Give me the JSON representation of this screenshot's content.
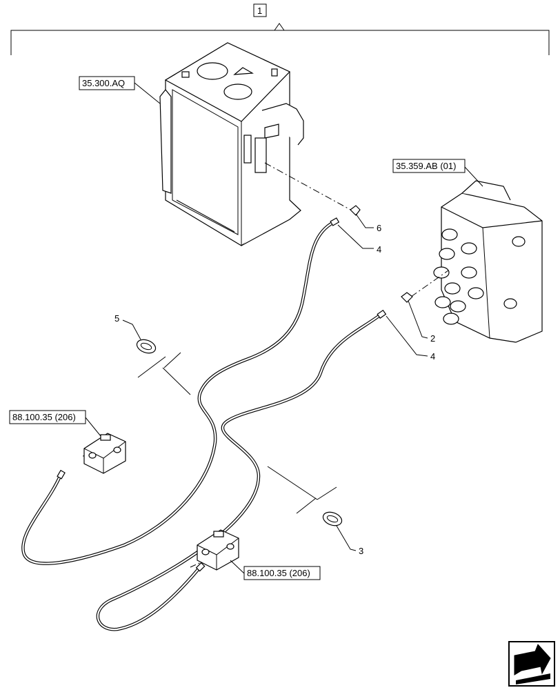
{
  "assembly_label": "1",
  "refs": {
    "tank": "35.300.AQ",
    "valve": "35.359.AB (01)",
    "pedal_left": "88.100.35 (206)",
    "pedal_right": "88.100.35 (206)"
  },
  "callouts": {
    "c6": "6",
    "c4_upper": "4",
    "c2": "2",
    "c4_lower": "4",
    "c5": "5",
    "c3": "3"
  },
  "icons": {
    "nav": "next-page-arrow-icon"
  }
}
